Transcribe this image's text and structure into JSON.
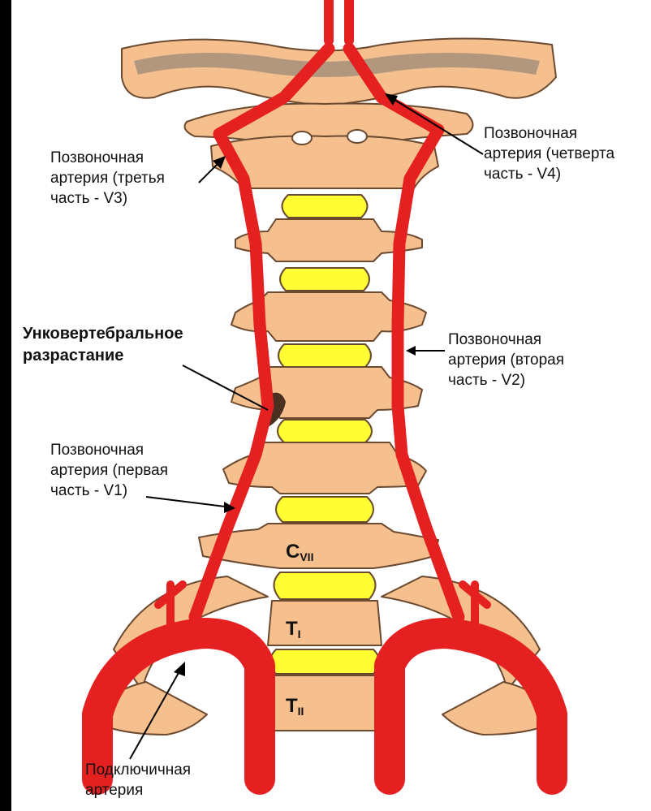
{
  "colors": {
    "background": "#000000",
    "panel": "#ffffff",
    "bone": "#f5bf8e",
    "bone_outline": "#6b4a30",
    "artery": "#e52020",
    "disc": "#ffff33"
  },
  "labels": {
    "v3": [
      "Позвоночная",
      "артерия (третья",
      "часть - V3)"
    ],
    "v4": [
      "Позвоночная",
      "артерия (четверта",
      "часть - V4)"
    ],
    "unco": [
      "Унковертебральное",
      "разрастание"
    ],
    "v2": [
      "Позвоночная",
      "артерия (вторая",
      "часть - V2)"
    ],
    "v1": [
      "Позвоночная",
      "артерия (первая",
      "часть - V1)"
    ],
    "subclavian": [
      "Подключичная",
      "артерия"
    ]
  },
  "vertebra_labels": {
    "c7": {
      "letter": "C",
      "sub": "VII"
    },
    "t1": {
      "letter": "T",
      "sub": "I"
    },
    "t2": {
      "letter": "T",
      "sub": "II"
    }
  }
}
